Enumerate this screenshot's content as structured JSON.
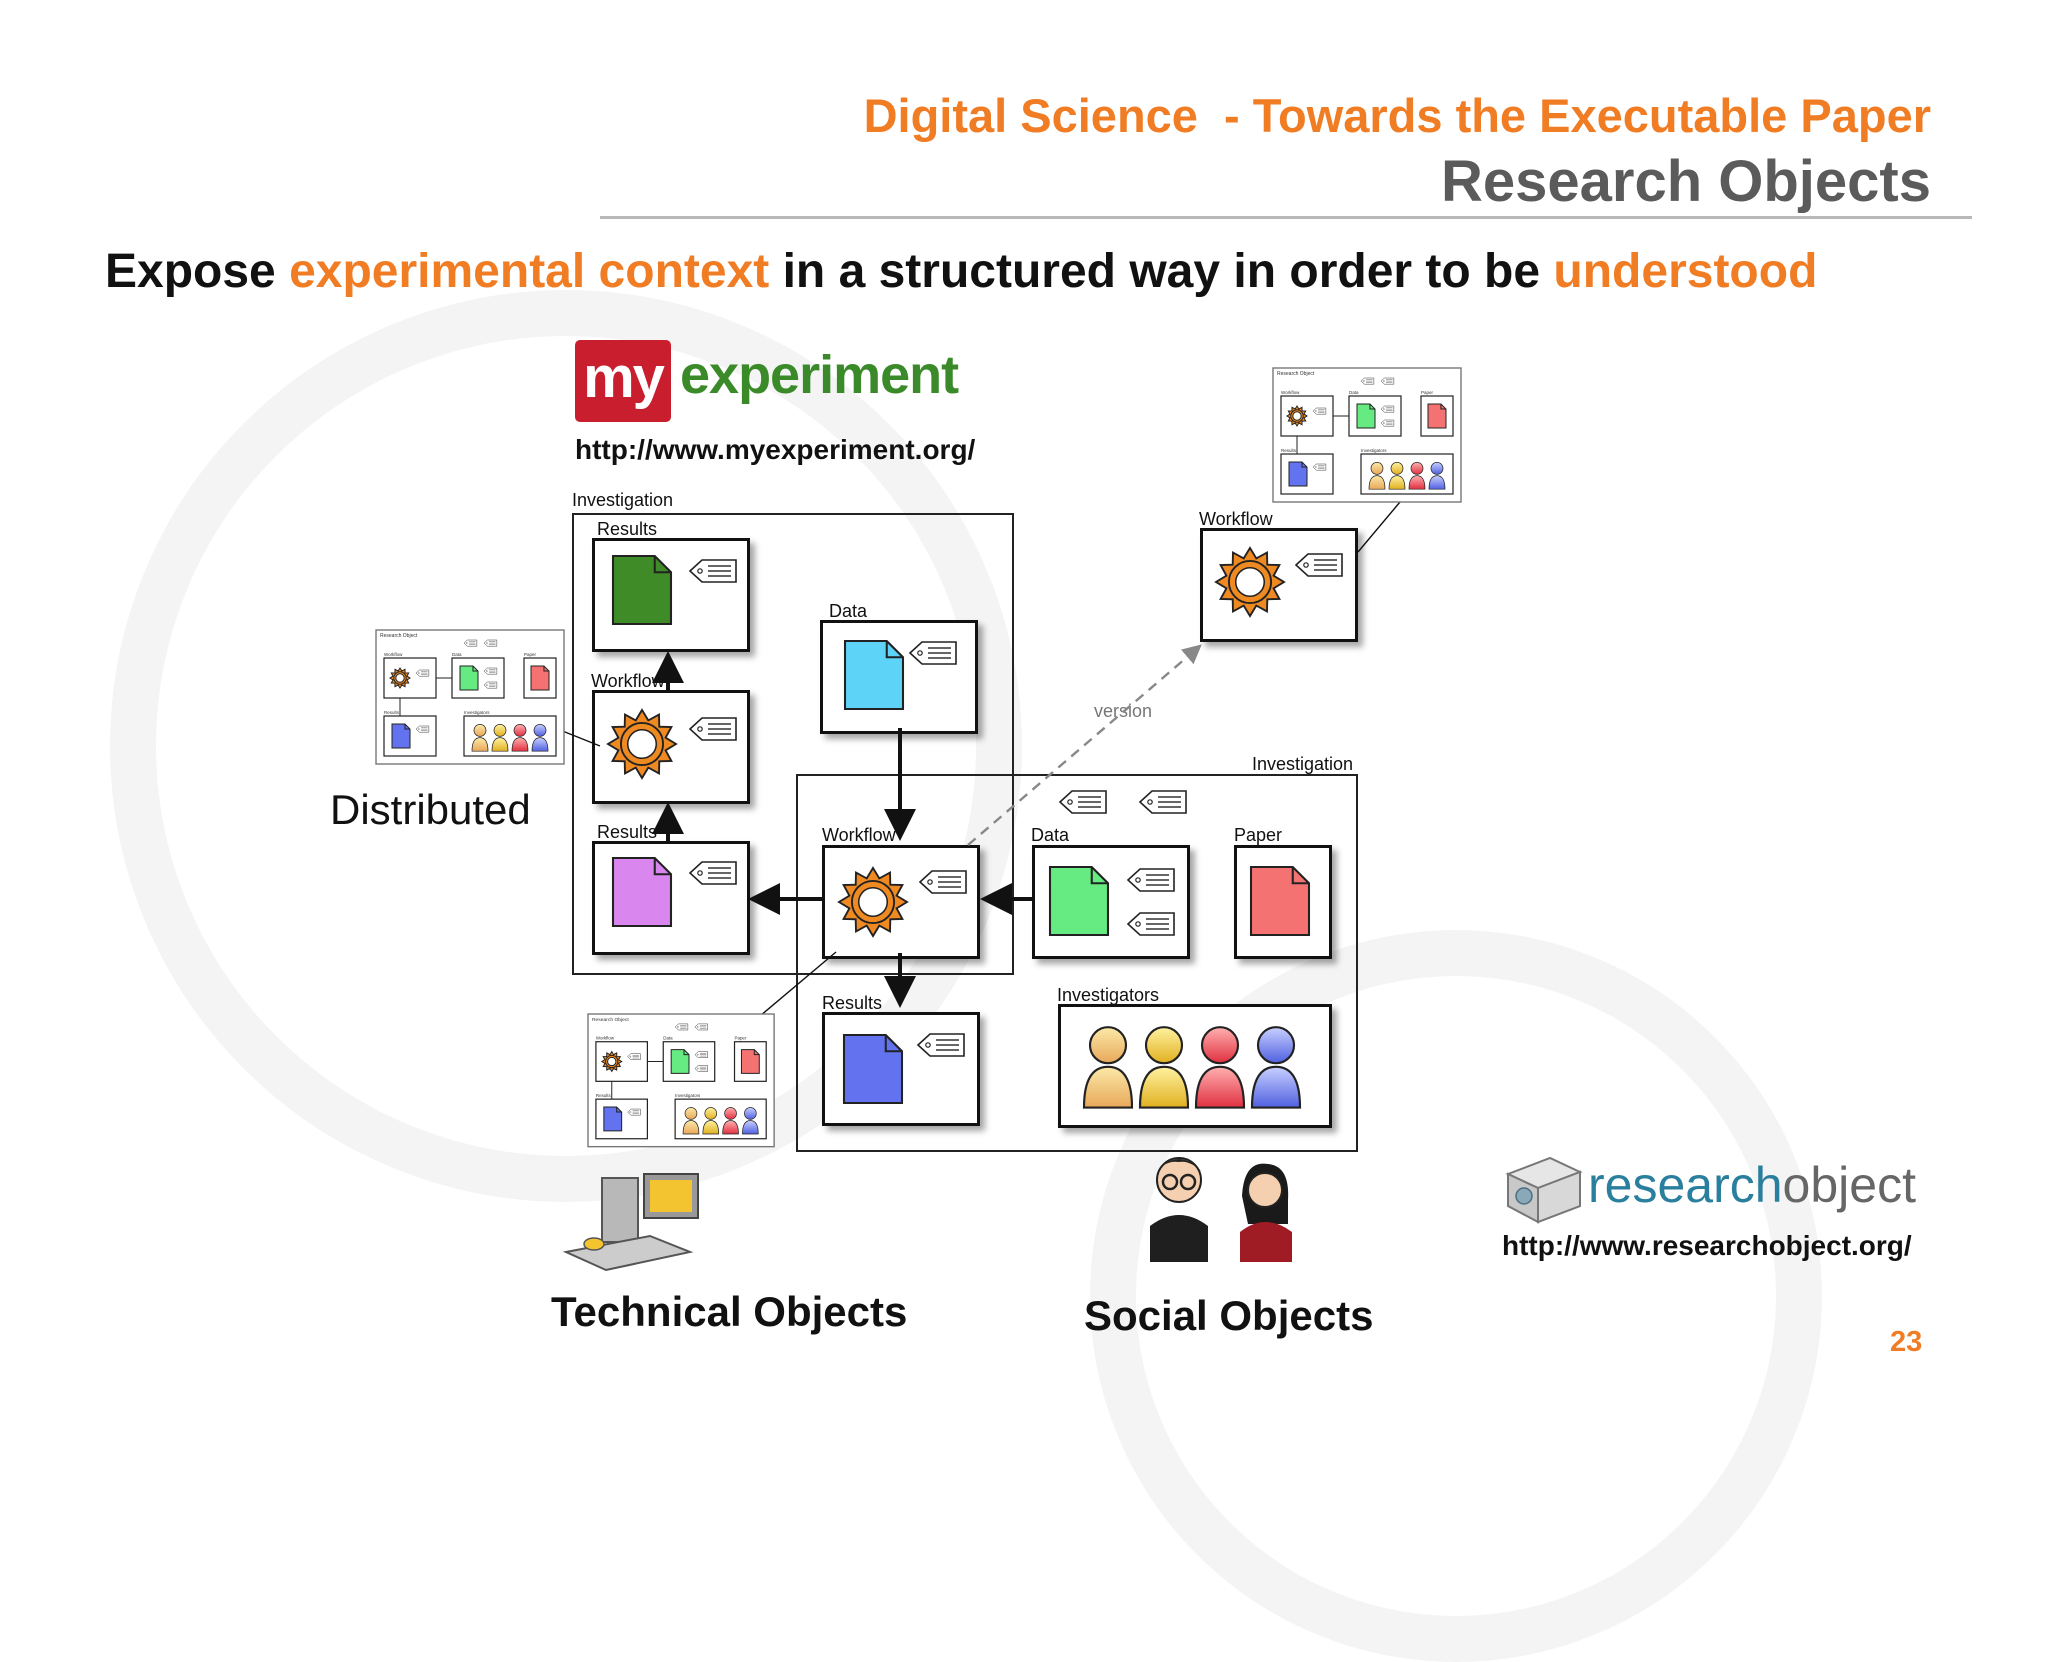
{
  "header": {
    "title": "Digital Science  - Towards the Executable Paper",
    "subtitle": "Research Objects"
  },
  "headline": {
    "part1": "Expose ",
    "part2": "experimental context",
    "part3": " in a structured way in order to be ",
    "part4": "understood"
  },
  "myexperiment": {
    "logo_prefix": "my",
    "logo_suffix": "experiment",
    "url": "http://www.myexperiment.org/"
  },
  "researchobject": {
    "logo_part1": "research",
    "logo_part2": "object",
    "url": "http://www.researchobject.org/"
  },
  "diagram": {
    "investigation_label": "Investigation",
    "results_label": "Results",
    "workflow_label": "Workflow",
    "data_label": "Data",
    "paper_label": "Paper",
    "investigators_label": "Investigators",
    "version_label": "version",
    "research_object_label": "Research Object",
    "distributed_label": "Distributed"
  },
  "footer": {
    "technical": "Technical Objects",
    "social": "Social Objects",
    "page_number": "23"
  },
  "colors": {
    "accent_orange": "#f07c24",
    "subtitle_gray": "#5b5b5b",
    "doc_green": "#3e8b28",
    "doc_cyan": "#5dd3f7",
    "doc_violet": "#d987ef",
    "doc_blue": "#6373f0",
    "doc_lightgreen": "#66ea82",
    "doc_red": "#f57272",
    "sun_orange": "#ef8a22"
  }
}
